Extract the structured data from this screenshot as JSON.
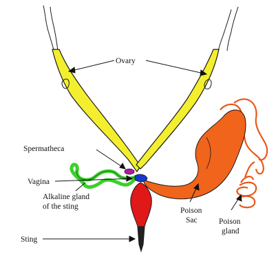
{
  "labels": {
    "ovary": "Ovary",
    "spermatheca": "Spermatheca",
    "vagina": "Vagina",
    "alkaline_gland_line1": "Alkaline gland",
    "alkaline_gland_line2": "of the sting",
    "poison_sac_line1": "Poison",
    "poison_sac_line2": "Sac",
    "poison_gland_line1": "Poison",
    "poison_gland_line2": "gland",
    "sting": "Sting"
  },
  "colors": {
    "ovary": "#f3ef2e",
    "alkaline_gland": "#39d12a",
    "poison_sac": "#f0641c",
    "poison_gland": "#e8581a",
    "sting_bulb": "#e01818",
    "spermatheca": "#b01aa0",
    "vagina": "#1838c8",
    "outline": "#1a1a1a"
  }
}
